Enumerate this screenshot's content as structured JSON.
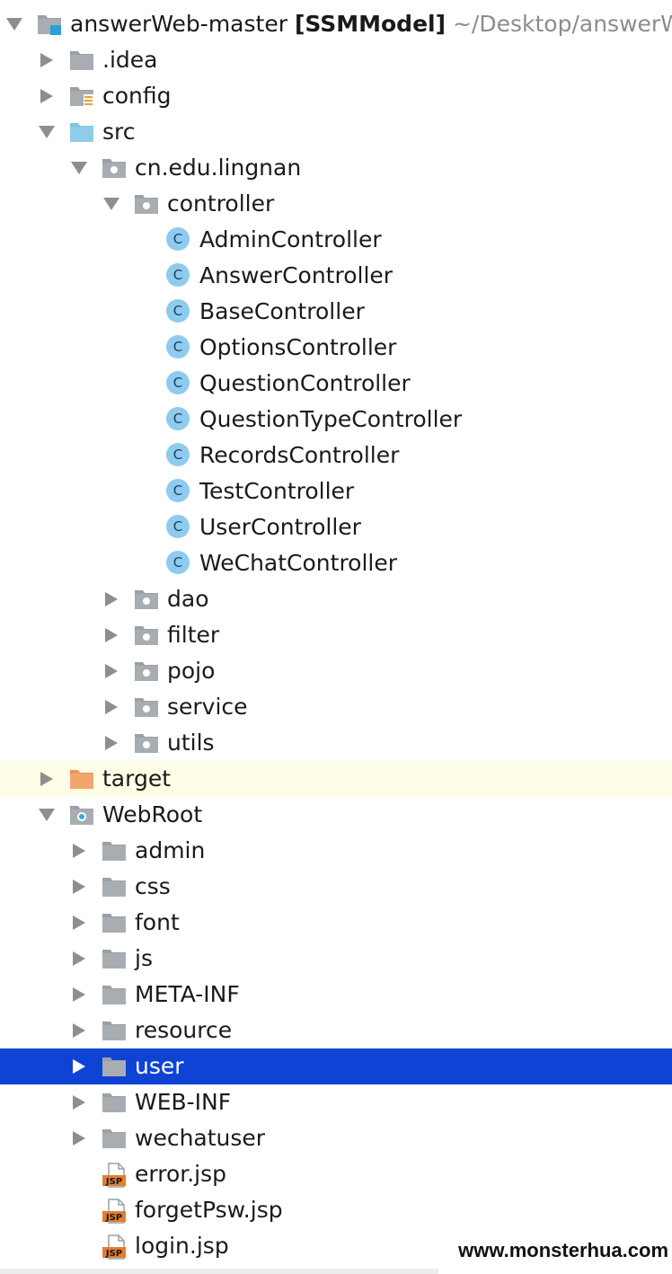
{
  "project": {
    "name": "answerWeb-master",
    "module": "[SSMModel]",
    "path": "~/Desktop/answerW"
  },
  "tree": [
    {
      "label": "answerWeb-master",
      "name": "tree-item-answerweb-master",
      "level": 0,
      "expand": "expanded",
      "icon": "project-folder-icon"
    },
    {
      "label": ".idea",
      "name": "tree-item-idea",
      "level": 1,
      "expand": "collapsed",
      "icon": "folder-icon"
    },
    {
      "label": "config",
      "name": "tree-item-config",
      "level": 1,
      "expand": "collapsed",
      "icon": "config-folder-icon"
    },
    {
      "label": "src",
      "name": "tree-item-src",
      "level": 1,
      "expand": "expanded",
      "icon": "source-folder-icon"
    },
    {
      "label": "cn.edu.lingnan",
      "name": "tree-item-cn-edu-lingnan",
      "level": 2,
      "expand": "expanded",
      "icon": "package-icon"
    },
    {
      "label": "controller",
      "name": "tree-item-controller",
      "level": 3,
      "expand": "expanded",
      "icon": "package-icon"
    },
    {
      "label": "AdminController",
      "name": "tree-item-admincontroller",
      "level": 4,
      "expand": "none",
      "icon": "java-class-icon"
    },
    {
      "label": "AnswerController",
      "name": "tree-item-answercontroller",
      "level": 4,
      "expand": "none",
      "icon": "java-class-icon"
    },
    {
      "label": "BaseController",
      "name": "tree-item-basecontroller",
      "level": 4,
      "expand": "none",
      "icon": "java-class-icon"
    },
    {
      "label": "OptionsController",
      "name": "tree-item-optionscontroller",
      "level": 4,
      "expand": "none",
      "icon": "java-class-icon"
    },
    {
      "label": "QuestionController",
      "name": "tree-item-questioncontroller",
      "level": 4,
      "expand": "none",
      "icon": "java-class-icon"
    },
    {
      "label": "QuestionTypeController",
      "name": "tree-item-questiontypecontroller",
      "level": 4,
      "expand": "none",
      "icon": "java-class-icon"
    },
    {
      "label": "RecordsController",
      "name": "tree-item-recordscontroller",
      "level": 4,
      "expand": "none",
      "icon": "java-class-icon"
    },
    {
      "label": "TestController",
      "name": "tree-item-testcontroller",
      "level": 4,
      "expand": "none",
      "icon": "java-class-icon"
    },
    {
      "label": "UserController",
      "name": "tree-item-usercontroller",
      "level": 4,
      "expand": "none",
      "icon": "java-class-icon"
    },
    {
      "label": "WeChatController",
      "name": "tree-item-wechatcontroller",
      "level": 4,
      "expand": "none",
      "icon": "java-class-icon"
    },
    {
      "label": "dao",
      "name": "tree-item-dao",
      "level": 3,
      "expand": "collapsed",
      "icon": "package-icon"
    },
    {
      "label": "filter",
      "name": "tree-item-filter",
      "level": 3,
      "expand": "collapsed",
      "icon": "package-icon"
    },
    {
      "label": "pojo",
      "name": "tree-item-pojo",
      "level": 3,
      "expand": "collapsed",
      "icon": "package-icon"
    },
    {
      "label": "service",
      "name": "tree-item-service",
      "level": 3,
      "expand": "collapsed",
      "icon": "package-icon"
    },
    {
      "label": "utils",
      "name": "tree-item-utils",
      "level": 3,
      "expand": "collapsed",
      "icon": "package-icon"
    },
    {
      "label": "target",
      "name": "tree-item-target",
      "level": 1,
      "expand": "collapsed",
      "icon": "excluded-folder-icon",
      "state": "highlighted"
    },
    {
      "label": "WebRoot",
      "name": "tree-item-webroot",
      "level": 1,
      "expand": "expanded",
      "icon": "web-root-icon"
    },
    {
      "label": "admin",
      "name": "tree-item-admin",
      "level": 2,
      "expand": "collapsed",
      "icon": "folder-icon"
    },
    {
      "label": "css",
      "name": "tree-item-css",
      "level": 2,
      "expand": "collapsed",
      "icon": "folder-icon"
    },
    {
      "label": "font",
      "name": "tree-item-font",
      "level": 2,
      "expand": "collapsed",
      "icon": "folder-icon"
    },
    {
      "label": "js",
      "name": "tree-item-js",
      "level": 2,
      "expand": "collapsed",
      "icon": "folder-icon"
    },
    {
      "label": "META-INF",
      "name": "tree-item-meta-inf",
      "level": 2,
      "expand": "collapsed",
      "icon": "folder-icon"
    },
    {
      "label": "resource",
      "name": "tree-item-resource",
      "level": 2,
      "expand": "collapsed",
      "icon": "folder-icon"
    },
    {
      "label": "user",
      "name": "tree-item-user",
      "level": 2,
      "expand": "collapsed",
      "icon": "folder-icon",
      "state": "selected"
    },
    {
      "label": "WEB-INF",
      "name": "tree-item-web-inf",
      "level": 2,
      "expand": "collapsed",
      "icon": "folder-icon"
    },
    {
      "label": "wechatuser",
      "name": "tree-item-wechatuser",
      "level": 2,
      "expand": "collapsed",
      "icon": "folder-icon"
    },
    {
      "label": "error.jsp",
      "name": "tree-item-error-jsp",
      "level": 2,
      "expand": "none",
      "icon": "jsp-file-icon"
    },
    {
      "label": "forgetPsw.jsp",
      "name": "tree-item-forgetpsw-jsp",
      "level": 2,
      "expand": "none",
      "icon": "jsp-file-icon"
    },
    {
      "label": "login.jsp",
      "name": "tree-item-login-jsp",
      "level": 2,
      "expand": "none",
      "icon": "jsp-file-icon"
    }
  ],
  "icon_text": {
    "class_letter": "C",
    "jsp_badge": "JSP"
  },
  "colors": {
    "selection": "#0f43d6",
    "highlight_row": "#fefde6",
    "folder": "#9aa0a6",
    "source_folder": "#8ecdea",
    "excluded_folder": "#f3a56e",
    "class_icon": "#8ecbee",
    "jsp_badge": "#e57c32"
  },
  "watermark": "www.monsterhua.com"
}
